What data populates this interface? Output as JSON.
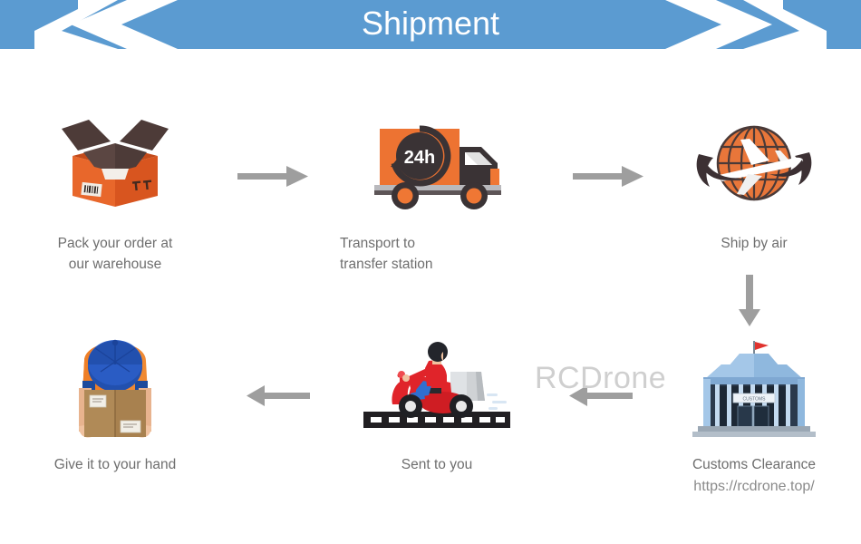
{
  "banner": {
    "title": "Shipment",
    "bg_color": "#5b9bd1",
    "text_color": "#ffffff",
    "left_chevron_icon": "chevron-left-icon",
    "right_chevron_icon": "chevron-right-icon"
  },
  "watermark": {
    "text": "RCDrone",
    "color": "#cfcfcf"
  },
  "steps": [
    {
      "id": "pack-order",
      "icon": "open-cardboard-box-icon",
      "label": "Pack your order at\nour warehouse"
    },
    {
      "id": "transport",
      "icon": "delivery-truck-24h-icon",
      "label": "Transport to\ntransfer station"
    },
    {
      "id": "ship-by-air",
      "icon": "globe-airplane-icon",
      "label": "Ship by air"
    },
    {
      "id": "give-to-hand",
      "icon": "courier-carrying-box-icon",
      "label": "Give it to your hand"
    },
    {
      "id": "sent-to-you",
      "icon": "delivery-scooter-icon",
      "label": "Sent to you"
    },
    {
      "id": "customs-clearance",
      "icon": "customs-building-icon",
      "label": "Customs Clearance",
      "sublabel": "https://rcdrone.top/"
    }
  ],
  "arrows": [
    {
      "id": "arrow-pack-to-transport",
      "direction": "right",
      "icon": "arrow-right-icon"
    },
    {
      "id": "arrow-transport-to-air",
      "direction": "right",
      "icon": "arrow-right-icon"
    },
    {
      "id": "arrow-air-to-customs",
      "direction": "down",
      "icon": "arrow-down-icon"
    },
    {
      "id": "arrow-scooter-to-hand",
      "direction": "left",
      "icon": "arrow-left-icon"
    },
    {
      "id": "arrow-customs-to-scooter",
      "direction": "left",
      "icon": "arrow-left-icon"
    }
  ],
  "colors": {
    "accent_blue": "#5b9bd1",
    "box_orange": "#e8672b",
    "box_flap_brown": "#4d3b38",
    "arrow_grey": "#9e9e9e",
    "text_grey": "#6e6e6e",
    "scooter_red": "#e0242a",
    "building_blue": "#8fb8de"
  }
}
